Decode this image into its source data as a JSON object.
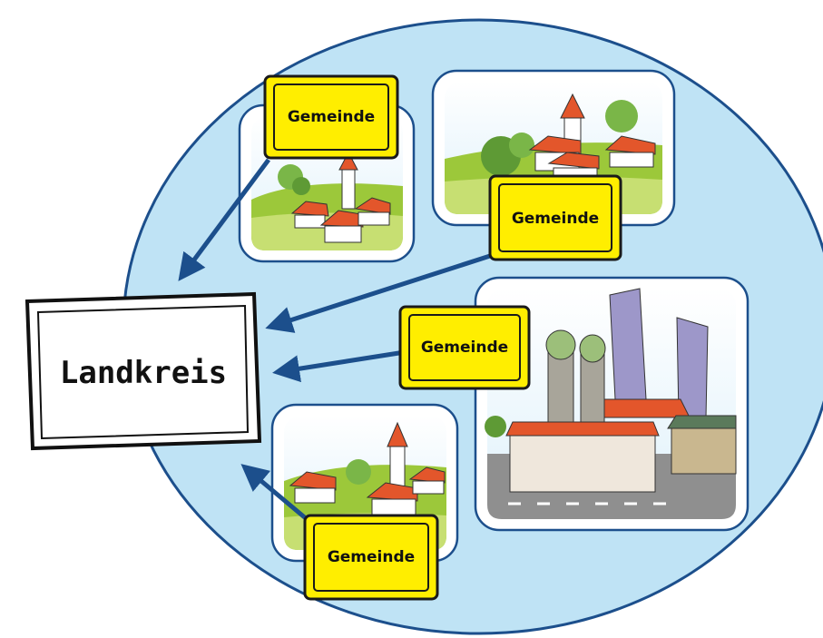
{
  "diagram": {
    "center_label": "Landkreis",
    "sign_labels": [
      "Gemeinde",
      "Gemeinde",
      "Gemeinde",
      "Gemeinde"
    ],
    "colors": {
      "region": "#bfe3f5",
      "region_stroke": "#1c4f8c",
      "sign_fill": "#ffee00",
      "sign_stroke": "#1a1a1a",
      "arrow": "#1c4f8c"
    }
  }
}
